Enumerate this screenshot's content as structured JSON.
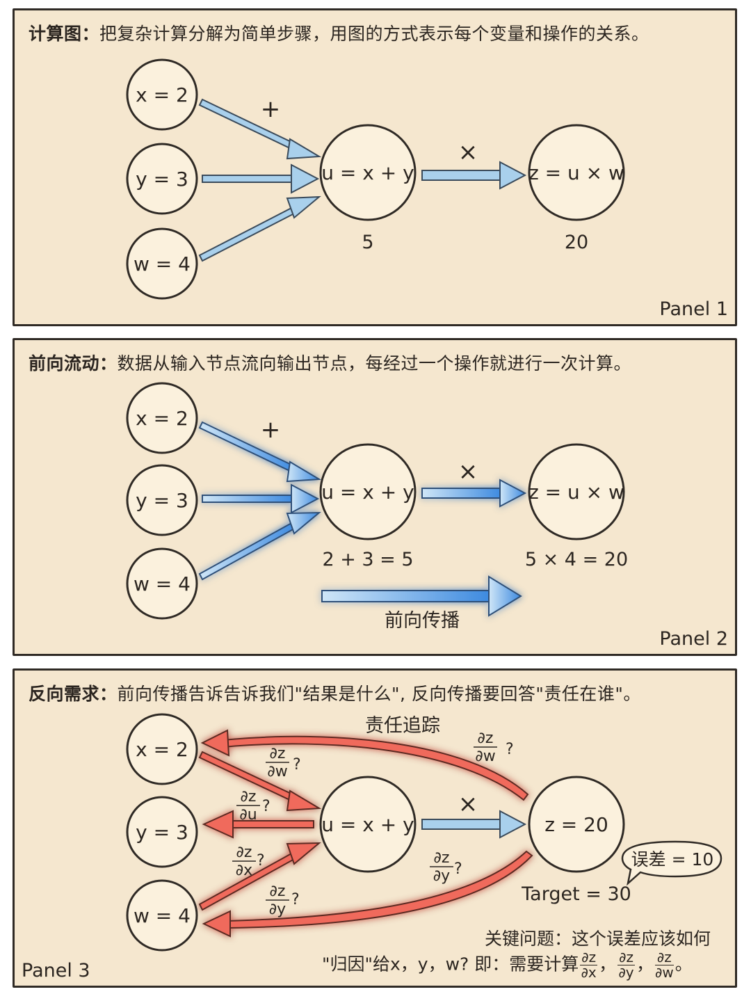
{
  "panel1": {
    "heading_bold": "计算图：",
    "heading_text": "把复杂计算分解为简单步骤，用图的方式表示每个变量和操作的关系。",
    "label": "Panel 1",
    "nodes": {
      "x": "x = 2",
      "y": "y = 3",
      "w": "w = 4",
      "u": "u = x + y",
      "z": "z = u × w"
    },
    "op_plus": "+",
    "op_times": "×",
    "u_value": "5",
    "z_value": "20"
  },
  "panel2": {
    "heading_bold": "前向流动：",
    "heading_text": "数据从输入节点流向输出节点，每经过一个操作就进行一次计算。",
    "label": "Panel 2",
    "nodes": {
      "x": "x = 2",
      "y": "y = 3",
      "w": "w = 4",
      "u": "u = x + y",
      "z": "z = u × w"
    },
    "op_plus": "+",
    "op_times": "×",
    "u_value": "2 + 3 = 5",
    "z_value": "5 × 4 = 20",
    "forward_label": "前向传播"
  },
  "panel3": {
    "heading_bold": "反向需求：",
    "heading_text": "前向传播告诉告诉我们\"结果是什么\", 反向传播要回答\"责任在谁\"。",
    "label": "Panel 3",
    "nodes": {
      "x": "x = 2",
      "y": "y = 3",
      "w": "w = 4",
      "u": "u = x + y",
      "z": "z = 20"
    },
    "op_times": "×",
    "trace_label": "责任追踪",
    "target": "Target = 30",
    "error_bubble": "误差 = 10",
    "grad_mark": "?",
    "d": "∂",
    "frac_num": "∂z",
    "frac_dw": "∂w",
    "frac_du": "∂u",
    "frac_dx": "∂x",
    "frac_dy": "∂y",
    "note_line1": "关键问题：这个误差应该如何",
    "note_line2": "\"归因\"给x，y，w? 即：需要计算",
    "note_sep": "，",
    "note_end": "。"
  },
  "colors": {
    "forward_arrow": "#9cc8e8",
    "forward_glow": "#3f8fe0",
    "backward_arrow": "#f06a5c",
    "panel_bg": "#f5e7cf"
  }
}
